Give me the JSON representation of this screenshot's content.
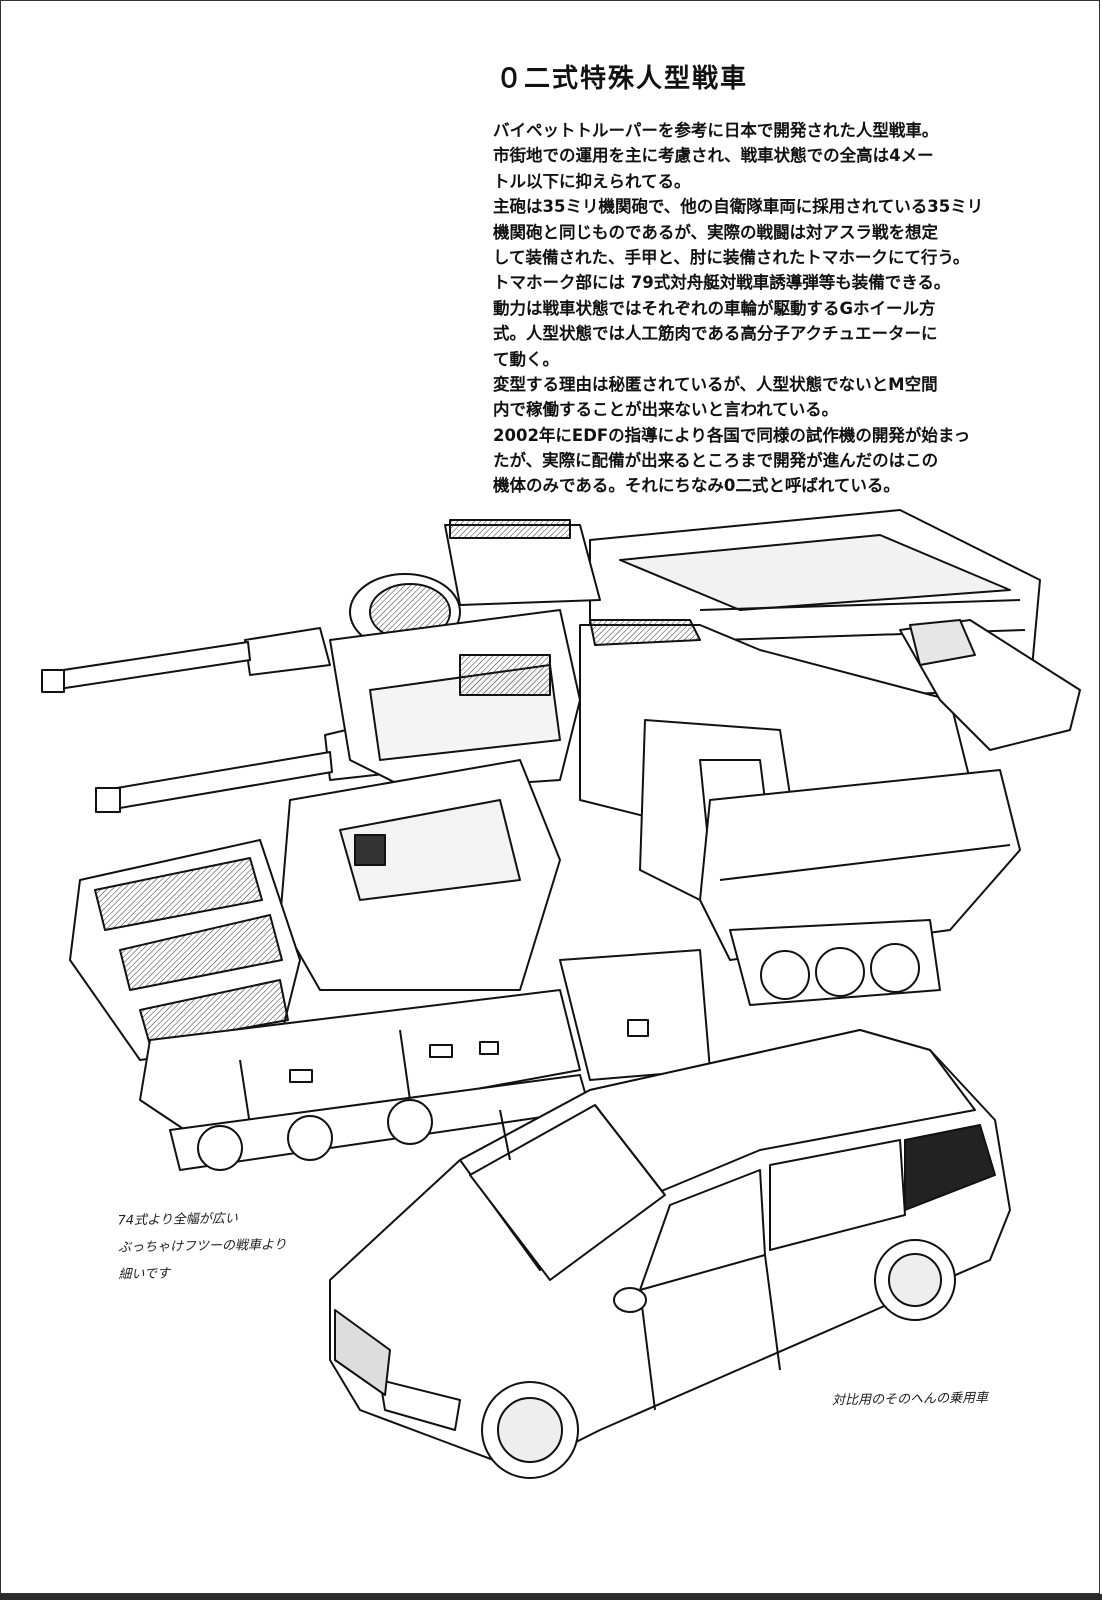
{
  "title": "０二式特殊人型戦車",
  "description_lines": [
    "バイペットトルーパーを参考に日本で開発された人型戦車。",
    "市街地での運用を主に考慮され、戦車状態での全高は4メー",
    "トル以下に抑えられてる。",
    "主砲は35ミリ機関砲で、他の自衛隊車両に採用されている35ミリ",
    "機関砲と同じものであるが、実際の戦闘は対アスラ戦を想定",
    "して装備された、手甲と、肘に装備されたトマホークにて行う。",
    "トマホーク部には 79式対舟艇対戦車誘導弾等も装備できる。",
    "動力は戦車状態ではそれぞれの車輪が駆動するGホイール方",
    "式。人型状態では人工筋肉である高分子アクチュエーターに",
    "て動く。",
    "変型する理由は秘匿されているが、人型状態でないとM空間",
    "内で稼働することが出来ないと言われている。",
    "2002年にEDFの指導により各国で同様の試作機の開発が始まっ",
    "たが、実際に配備が出来るところまで開発が進んだのはこの",
    "機体のみである。それにちなみ0二式と呼ばれている。"
  ],
  "handwritten_note_left": [
    "74式より全幅が広い",
    "ぶっちゃけフツーの戦車より",
    "細いです"
  ],
  "handwritten_note_right": "対比用のそのへんの乗用車",
  "colors": {
    "ink": "#111111",
    "paper": "#ffffff",
    "shade": "#cfcfcf"
  }
}
